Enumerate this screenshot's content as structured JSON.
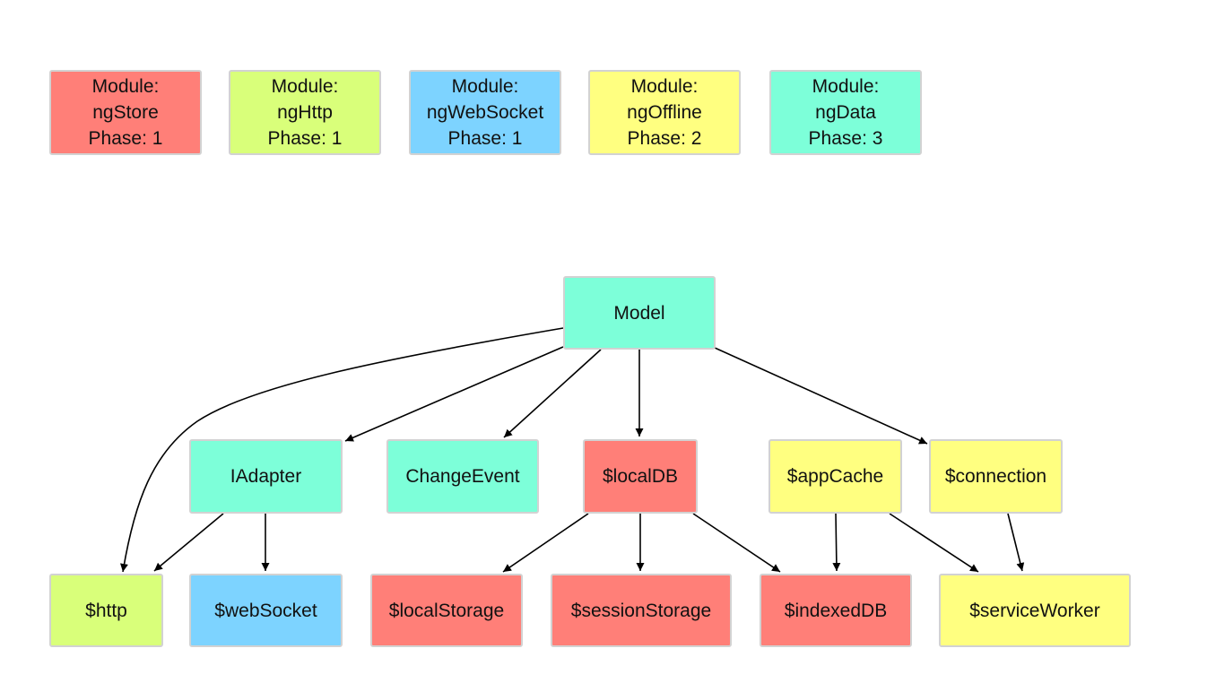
{
  "colors": {
    "red": "#ff7f78",
    "green": "#d9ff7a",
    "blue": "#7dd3ff",
    "yellow": "#ffff80",
    "teal": "#7dffd9",
    "border": "#d2d2d2",
    "edge": "#000000"
  },
  "legend": [
    {
      "line1": "Module:",
      "line2": "ngStore",
      "line3": "Phase: 1",
      "color": "red"
    },
    {
      "line1": "Module:",
      "line2": "ngHttp",
      "line3": "Phase: 1",
      "color": "green"
    },
    {
      "line1": "Module:",
      "line2": "ngWebSocket",
      "line3": "Phase: 1",
      "color": "blue"
    },
    {
      "line1": "Module:",
      "line2": "ngOffline",
      "line3": "Phase: 2",
      "color": "yellow"
    },
    {
      "line1": "Module:",
      "line2": "ngData",
      "line3": "Phase: 3",
      "color": "teal"
    }
  ],
  "nodes": {
    "model": {
      "label": "Model",
      "color": "teal"
    },
    "iadapter": {
      "label": "IAdapter",
      "color": "teal"
    },
    "changeevent": {
      "label": "ChangeEvent",
      "color": "teal"
    },
    "localdb": {
      "label": "$localDB",
      "color": "red"
    },
    "appcache": {
      "label": "$appCache",
      "color": "yellow"
    },
    "connection": {
      "label": "$connection",
      "color": "yellow"
    },
    "http": {
      "label": "$http",
      "color": "green"
    },
    "websocket": {
      "label": "$webSocket",
      "color": "blue"
    },
    "localstorage": {
      "label": "$localStorage",
      "color": "red"
    },
    "sessionstorage": {
      "label": "$sessionStorage",
      "color": "red"
    },
    "indexeddb": {
      "label": "$indexedDB",
      "color": "red"
    },
    "serviceworker": {
      "label": "$serviceWorker",
      "color": "yellow"
    }
  },
  "edges": [
    {
      "from": "model",
      "to": "http"
    },
    {
      "from": "model",
      "to": "iadapter"
    },
    {
      "from": "model",
      "to": "changeevent"
    },
    {
      "from": "model",
      "to": "localdb"
    },
    {
      "from": "model",
      "to": "connection"
    },
    {
      "from": "iadapter",
      "to": "http"
    },
    {
      "from": "iadapter",
      "to": "websocket"
    },
    {
      "from": "localdb",
      "to": "localstorage"
    },
    {
      "from": "localdb",
      "to": "sessionstorage"
    },
    {
      "from": "localdb",
      "to": "indexeddb"
    },
    {
      "from": "appcache",
      "to": "indexeddb"
    },
    {
      "from": "appcache",
      "to": "serviceworker"
    },
    {
      "from": "connection",
      "to": "serviceworker"
    }
  ]
}
